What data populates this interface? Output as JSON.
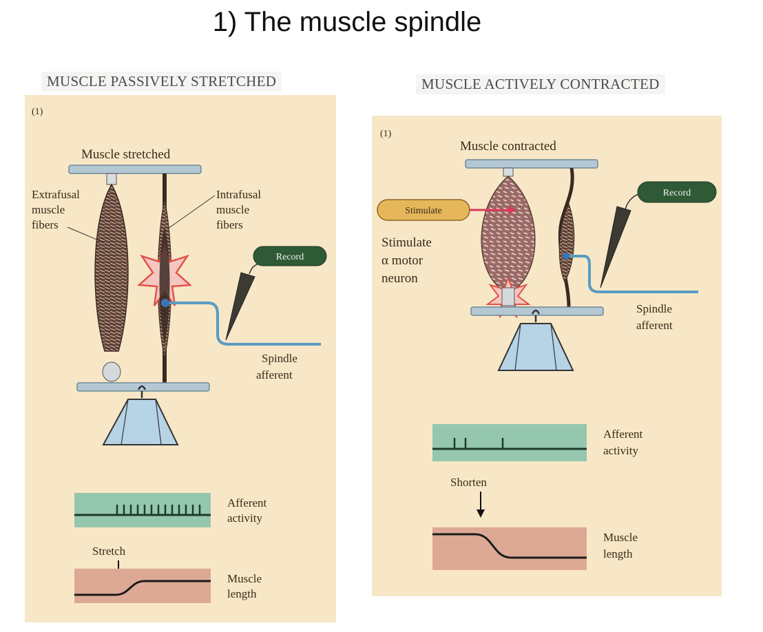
{
  "slide": {
    "title": "1) The muscle spindle"
  },
  "left_panel": {
    "heading": "MUSCLE PASSIVELY STRETCHED",
    "step": "(1)",
    "top_label": "Muscle stretched",
    "extrafusal": [
      "Extrafusal",
      "muscle",
      "fibers"
    ],
    "intrafusal": [
      "Intrafusal",
      "muscle",
      "fibers"
    ],
    "record_label": "Record",
    "afferent": [
      "Spindle",
      "afferent"
    ],
    "afferent_activity": [
      "Afferent",
      "activity"
    ],
    "stretch_label": "Stretch",
    "muscle_length": [
      "Muscle",
      "length"
    ]
  },
  "right_panel": {
    "heading": "MUSCLE ACTIVELY CONTRACTED",
    "step": "(1)",
    "top_label": "Muscle contracted",
    "stimulate_button": "Stimulate",
    "stimulate_text": [
      "Stimulate",
      "α motor",
      "neuron"
    ],
    "record_label": "Record",
    "afferent": [
      "Spindle",
      "afferent"
    ],
    "afferent_activity": [
      "Afferent",
      "activity"
    ],
    "shorten_label": "Shorten",
    "muscle_length": [
      "Muscle",
      "length"
    ]
  },
  "colors": {
    "panel_bg": "#f7e7c6",
    "record_pill": "#2e5a36",
    "stimulate_pill": "#e6b75a",
    "trace_bg": "#94c7ae",
    "length_bg": "#dda995",
    "bar": "#b4c8d4",
    "afferent_line": "#5a9bc4",
    "weight": "#b7d3e6",
    "muscle": "#6b4e3f"
  },
  "icons": [
    "weight-icon",
    "burst-icon",
    "electrode-icon",
    "arrow-down-icon"
  ]
}
